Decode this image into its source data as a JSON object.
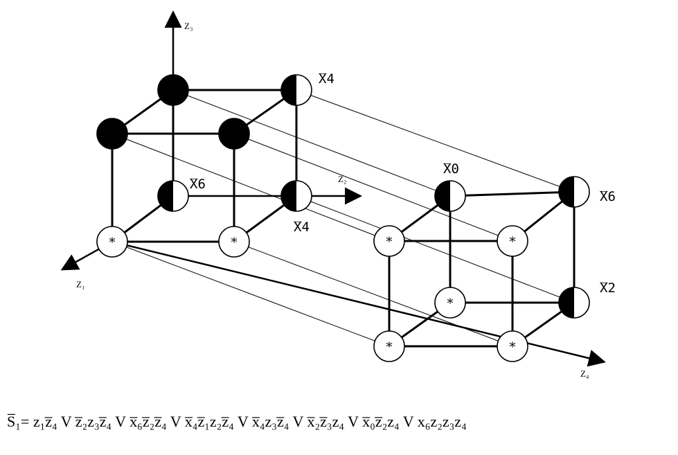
{
  "axes": {
    "z1": "Z₁",
    "z2": "Z₂",
    "z3": "Z₃",
    "z4": "Z₄"
  },
  "labels": {
    "x4_top": "̅X4",
    "x6_left": "̅X6",
    "x4_mid": "̅X4",
    "x0": "̅X0",
    "x6_right": "̅X6",
    "x2": "̅X2"
  },
  "node_marker": "*",
  "formula": {
    "lhs": "S̅₁=",
    "text": "z₁z̅₄ V z̅₂z₃z̅₄ V x̅₆z̅₂z̅₄ V x̅₄z̅₁z₂z̅₄ V x̅₄z₃z̅₄ V x̅₂z̅₃z₄ V x̅₀z̅₂z₄ V x₆z₂z₃z₄"
  }
}
